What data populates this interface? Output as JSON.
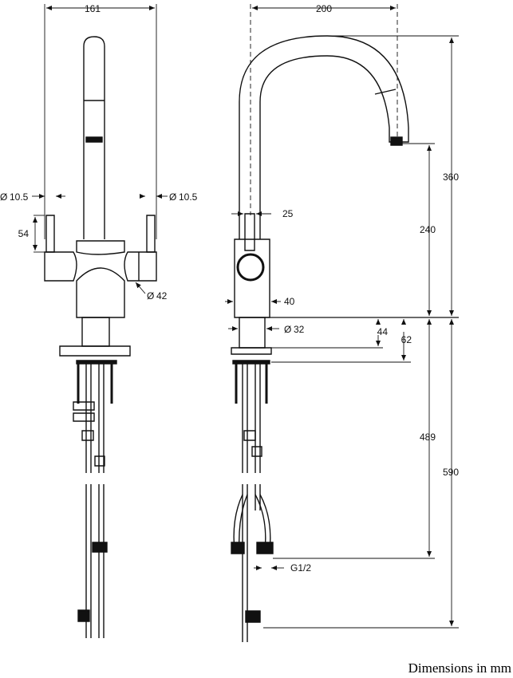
{
  "caption": "Dimensions in mm",
  "front_view": {
    "overall_width": "161",
    "lever_dia_left": "10.5",
    "lever_dia_right": "10.5",
    "lever_height": "54",
    "body_dia": "42"
  },
  "side_view": {
    "reach": "200",
    "spout_height": "360",
    "outlet_clearance": "240",
    "lever_width": "25",
    "body_width": "40",
    "base_dia": "32",
    "base_height": "44",
    "mount_height": "62",
    "hose_length": "489",
    "total_below_deck": "590",
    "connection_thread": "G1/2"
  },
  "symbols": {
    "diameter": "Ø"
  },
  "colors": {
    "line": "#111111",
    "background": "#ffffff"
  }
}
